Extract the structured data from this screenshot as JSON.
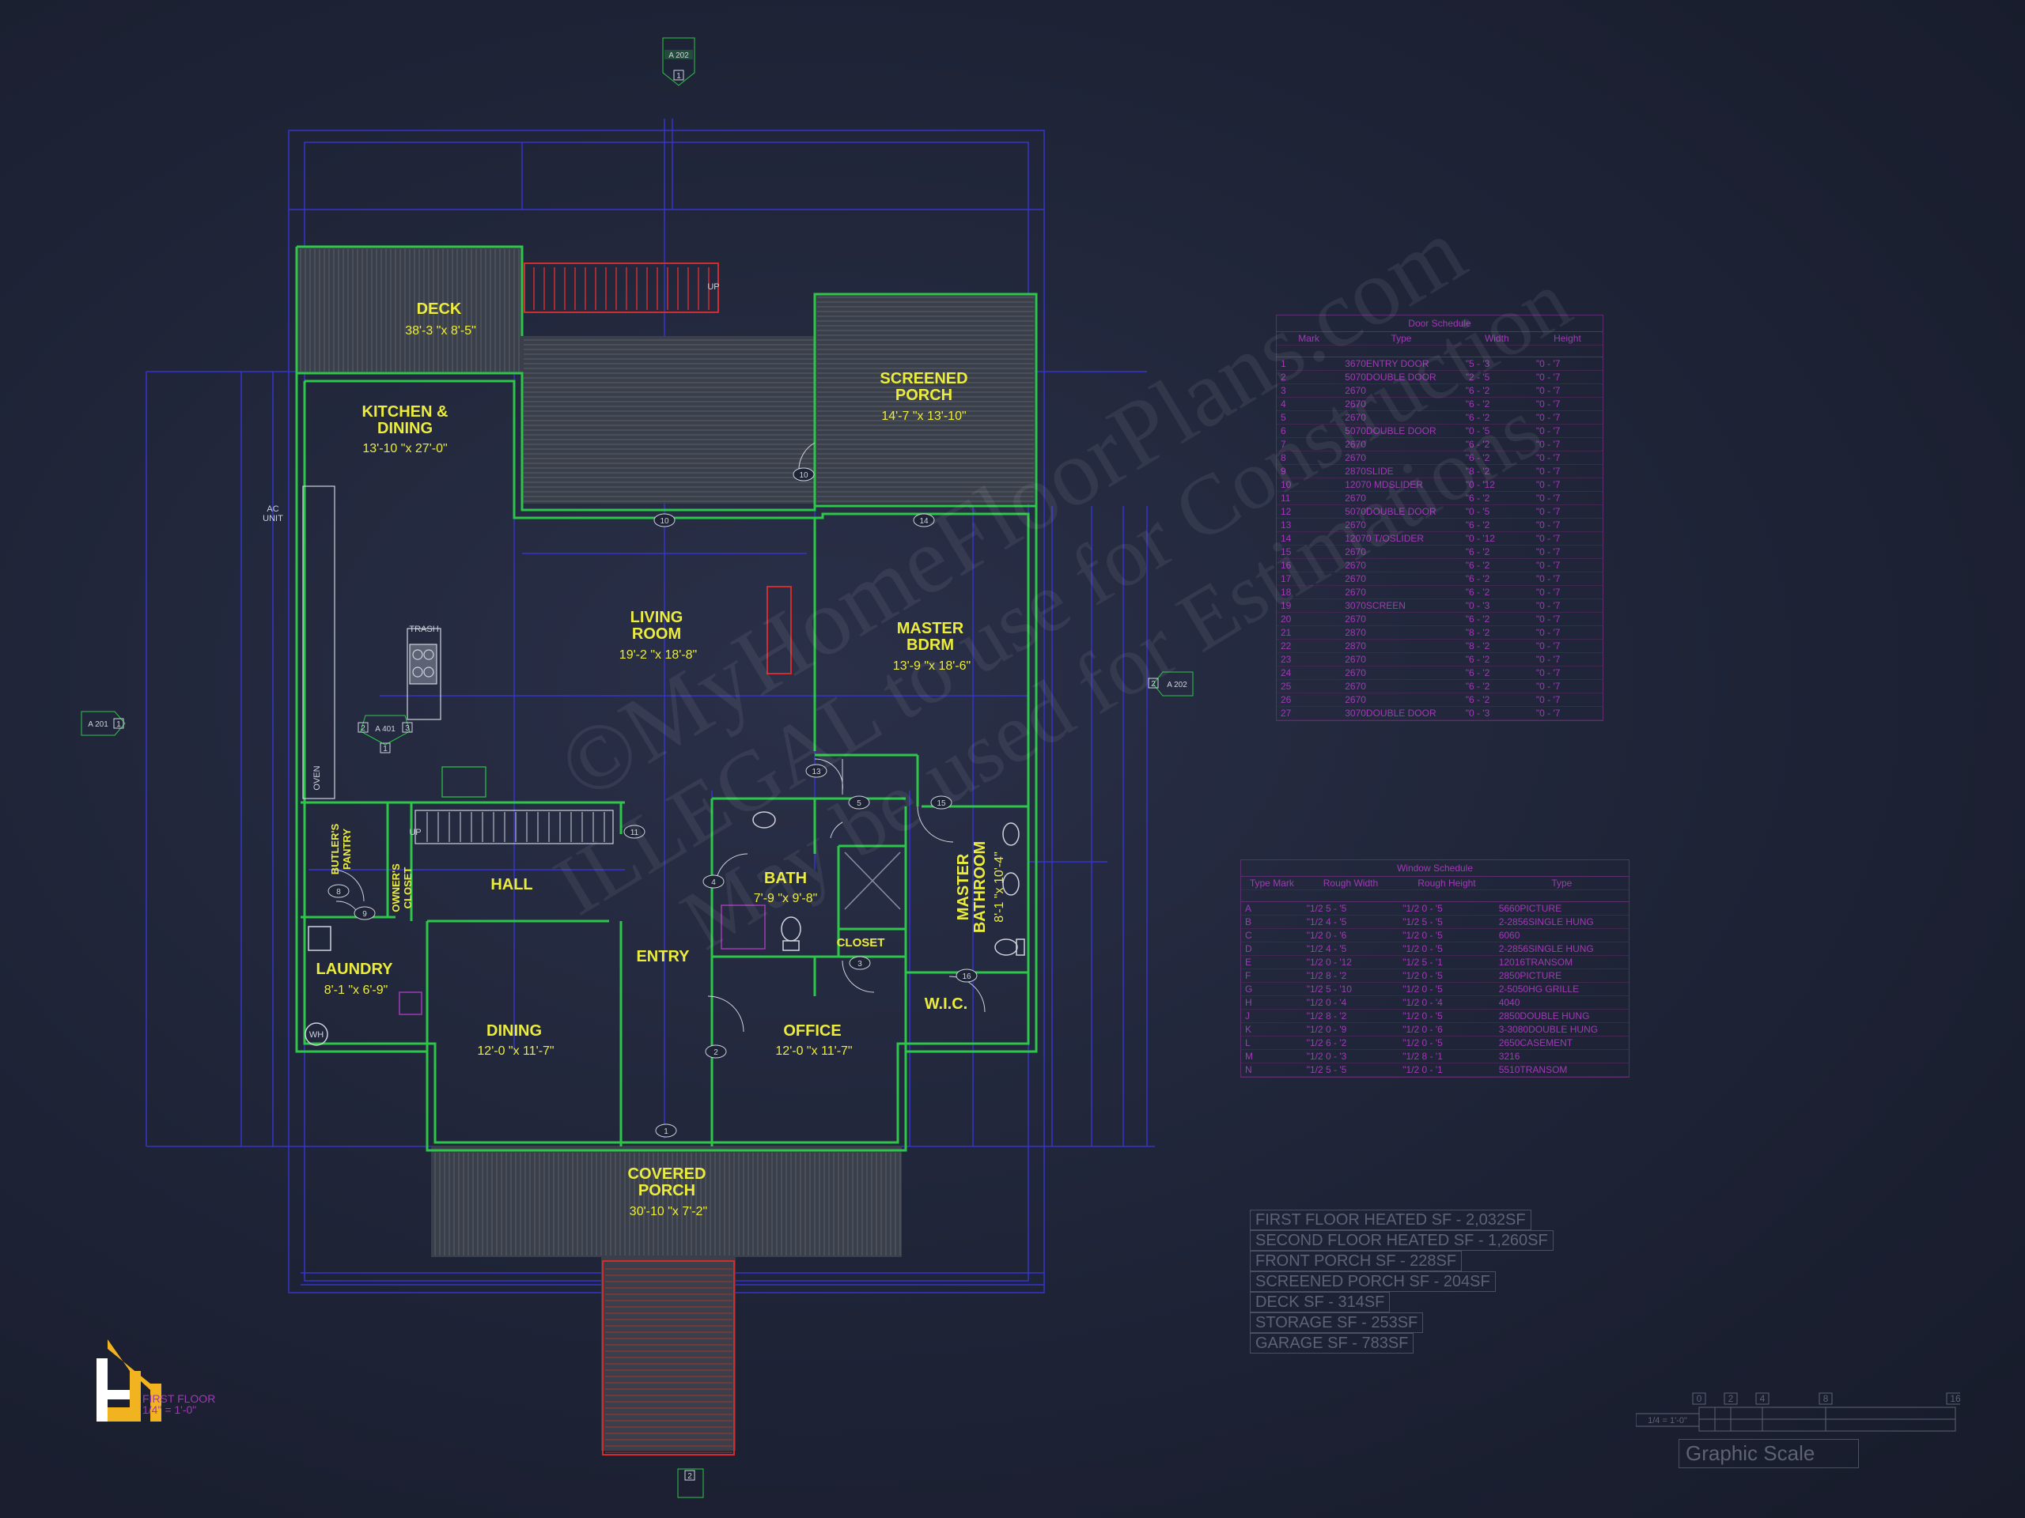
{
  "rooms": [
    {
      "name": "DECK",
      "dims": "38'-3 \"x 8'-5\""
    },
    {
      "name": "KITCHEN &",
      "name2": "DINING",
      "dims": "13'-10 \"x 27'-0\""
    },
    {
      "name": "SCREENED",
      "name2": "PORCH",
      "dims": "14'-7 \"x 13'-10\""
    },
    {
      "name": "LIVING",
      "name2": "ROOM",
      "dims": "19'-2 \"x 18'-8\""
    },
    {
      "name": "MASTER",
      "name2": "BDRM",
      "dims": "13'-9 \"x 18'-6\""
    },
    {
      "name": "HALL"
    },
    {
      "name": "BATH",
      "dims": "7'-9 \"x 9'-8\""
    },
    {
      "name": "MASTER",
      "name2": "BATHROOM",
      "dims": "8'-1 \"x 10'-4\""
    },
    {
      "name": "LAUNDRY",
      "dims": "8'-1 \"x 6'-9\""
    },
    {
      "name": "ENTRY"
    },
    {
      "name": "CLOSET"
    },
    {
      "name": "W.I.C."
    },
    {
      "name": "DINING",
      "dims": "12'-0 \"x 11'-7\""
    },
    {
      "name": "OFFICE",
      "dims": "12'-0 \"x 11'-7\""
    },
    {
      "name": "COVERED",
      "name2": "PORCH",
      "dims": "30'-10 \"x 7'-2\""
    },
    {
      "name": "BUTLER'S",
      "name2": "PANTRY"
    },
    {
      "name": "OWNER'S",
      "name2": "CLOSET"
    }
  ],
  "small_labels": {
    "ac": "AC",
    "unit": "UNIT",
    "trash": "TRASH",
    "oven": "OVEN",
    "wh": "WH",
    "up": "UP",
    "up2": "UP"
  },
  "door_tags": [
    "10",
    "10",
    "14",
    "13",
    "5",
    "15",
    "11",
    "4",
    "8",
    "9",
    "3",
    "16",
    "2",
    "1"
  ],
  "section_tags": {
    "top": "A 202",
    "top_num": "1",
    "left": "A 201",
    "left_num": "1",
    "right": "A 202",
    "right_num": "2",
    "kitchen": "A 401",
    "kitchen_num": "1",
    "kitchen_num2": "2",
    "kitchen_num3": "3",
    "bottom_num": "2"
  },
  "door_schedule": {
    "title": "Door Schedule",
    "headers": [
      "Mark",
      "Type",
      "Width",
      "Height"
    ],
    "rows": [
      [
        "1",
        "3670ENTRY DOOR",
        "\"5 - '3",
        "\"0 - '7"
      ],
      [
        "2",
        "5070DOUBLE DOOR",
        "\"2 - '5",
        "\"0 - '7"
      ],
      [
        "3",
        "2670",
        "\"6 - '2",
        "\"0 - '7"
      ],
      [
        "4",
        "2670",
        "\"6 - '2",
        "\"0 - '7"
      ],
      [
        "5",
        "2670",
        "\"6 - '2",
        "\"0 - '7"
      ],
      [
        "6",
        "5070DOUBLE DOOR",
        "\"0 - '5",
        "\"0 - '7"
      ],
      [
        "7",
        "2670",
        "\"6 - '2",
        "\"0 - '7"
      ],
      [
        "8",
        "2670",
        "\"6 - '2",
        "\"0 - '7"
      ],
      [
        "9",
        "2870SLIDE",
        "\"8 - '2",
        "\"0 - '7"
      ],
      [
        "10",
        "12070 MDSLIDER",
        "\"0 - '12",
        "\"0 - '7"
      ],
      [
        "11",
        "2670",
        "\"6 - '2",
        "\"0 - '7"
      ],
      [
        "12",
        "5070DOUBLE DOOR",
        "\"0 - '5",
        "\"0 - '7"
      ],
      [
        "13",
        "2670",
        "\"6 - '2",
        "\"0 - '7"
      ],
      [
        "14",
        "12070 T/OSLIDER",
        "\"0 - '12",
        "\"0 - '7"
      ],
      [
        "15",
        "2670",
        "\"6 - '2",
        "\"0 - '7"
      ],
      [
        "16",
        "2670",
        "\"6 - '2",
        "\"0 - '7"
      ],
      [
        "17",
        "2670",
        "\"6 - '2",
        "\"0 - '7"
      ],
      [
        "18",
        "2670",
        "\"6 - '2",
        "\"0 - '7"
      ],
      [
        "19",
        "3070SCREEN",
        "\"0 - '3",
        "\"0 - '7"
      ],
      [
        "20",
        "2670",
        "\"6 - '2",
        "\"0 - '7"
      ],
      [
        "21",
        "2870",
        "\"8 - '2",
        "\"0 - '7"
      ],
      [
        "22",
        "2870",
        "\"8 - '2",
        "\"0 - '7"
      ],
      [
        "23",
        "2670",
        "\"6 - '2",
        "\"0 - '7"
      ],
      [
        "24",
        "2670",
        "\"6 - '2",
        "\"0 - '7"
      ],
      [
        "25",
        "2670",
        "\"6 - '2",
        "\"0 - '7"
      ],
      [
        "26",
        "2670",
        "\"6 - '2",
        "\"0 - '7"
      ],
      [
        "27",
        "3070DOUBLE DOOR",
        "\"0 - '3",
        "\"0 - '7"
      ]
    ]
  },
  "window_schedule": {
    "title": "Window Schedule",
    "headers": [
      "Type Mark",
      "Rough Width",
      "Rough Height",
      "Type"
    ],
    "rows": [
      [
        "A",
        "\"1/2 5 - '5",
        "\"1/2 0 - '5",
        "5660PICTURE"
      ],
      [
        "B",
        "\"1/2 4 - '5",
        "\"1/2 5 - '5",
        "2-2856SINGLE HUNG"
      ],
      [
        "C",
        "\"1/2 0 - '6",
        "\"1/2 0 - '5",
        "6060"
      ],
      [
        "D",
        "\"1/2 4 - '5",
        "\"1/2 0 - '5",
        "2-2856SINGLE HUNG"
      ],
      [
        "E",
        "\"1/2 0 - '12",
        "\"1/2 5 - '1",
        "12016TRANSOM"
      ],
      [
        "F",
        "\"1/2 8 - '2",
        "\"1/2 0 - '5",
        "2850PICTURE"
      ],
      [
        "G",
        "\"1/2 5 - '10",
        "\"1/2 0 - '5",
        "2-5050HG GRILLE"
      ],
      [
        "H",
        "\"1/2 0 - '4",
        "\"1/2 0 - '4",
        "4040"
      ],
      [
        "J",
        "\"1/2 8 - '2",
        "\"1/2 0 - '5",
        "2850DOUBLE HUNG"
      ],
      [
        "K",
        "\"1/2 0 - '9",
        "\"1/2 0 - '6",
        "3-3080DOUBLE HUNG"
      ],
      [
        "L",
        "\"1/2 6 - '2",
        "\"1/2 0 - '5",
        "2650CASEMENT"
      ],
      [
        "M",
        "\"1/2 0 - '3",
        "\"1/2 8 - '1",
        "3216"
      ],
      [
        "N",
        "\"1/2 5 - '5",
        "\"1/2 0 - '1",
        "5510TRANSOM"
      ]
    ]
  },
  "areas": [
    "FIRST FLOOR HEATED SF - 2,032SF",
    "SECOND FLOOR HEATED SF - 1,260SF",
    "FRONT PORCH SF - 228SF",
    "SCREENED PORCH SF - 204SF",
    "DECK SF - 314SF",
    "STORAGE SF - 253SF",
    "GARAGE SF - 783SF"
  ],
  "floor_label": {
    "line1": "FIRST FLOOR",
    "line2": "1/4\" = 1'-0\""
  },
  "scale": {
    "title": "Graphic Scale",
    "ratio": "1/4 = 1'-0\"",
    "ticks": [
      "0",
      "2",
      "4",
      "8",
      "16"
    ]
  },
  "watermark": {
    "line1": "©MyHomeFloorPlans.com",
    "line2": "ILLEGAL to use for Construction",
    "line3": "May be used for Estimations"
  },
  "colors": {
    "wall": "#2ec64a",
    "dim": "#3a3ad8",
    "label": "#ecec3c",
    "schedule": "#a03ab5",
    "stair": "#d02e2e"
  }
}
